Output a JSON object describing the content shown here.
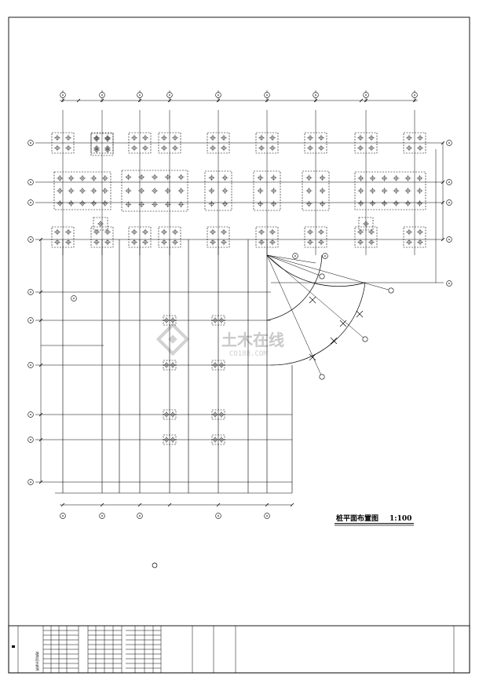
{
  "drawing": {
    "title": "桩平面布置图",
    "scale": "1:100",
    "watermark": {
      "brand": "土木在线",
      "site": "CO188.COM",
      "logo": "diamond-logo-icon"
    },
    "line_color": "#000000",
    "watermark_color": "#c9c9c9"
  },
  "title_block": {
    "stamp_text": "结构设计说明"
  }
}
